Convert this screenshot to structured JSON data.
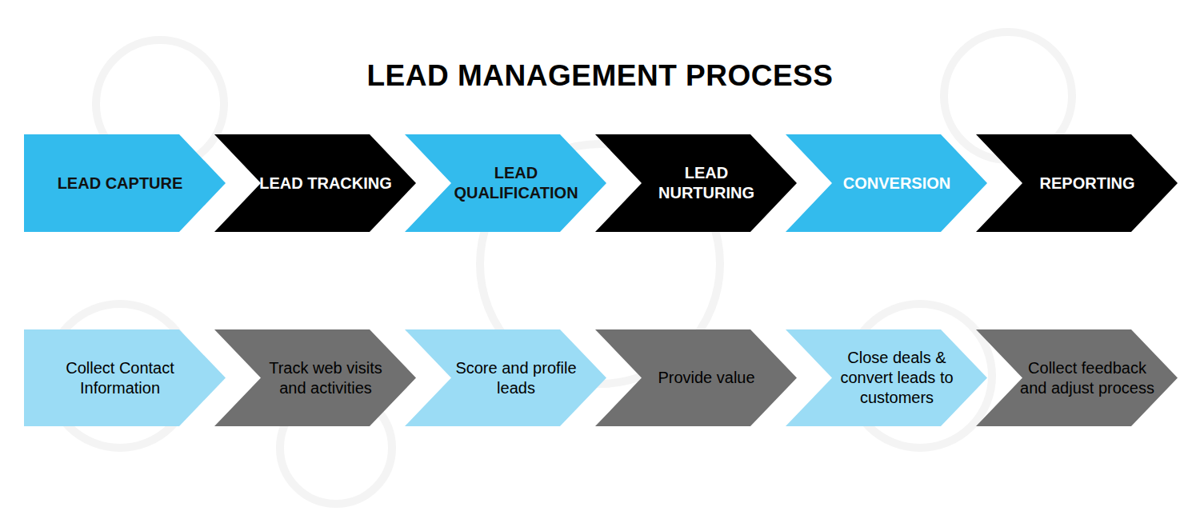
{
  "diagram": {
    "title": "LEAD MANAGEMENT PROCESS",
    "nodes": [
      {
        "text": [
          "LEAD CAPTURE"
        ]
      },
      {
        "text": [
          "LEAD TRACKING"
        ]
      },
      {
        "text": [
          "LEAD QUALIFICATION"
        ]
      },
      {
        "text": [
          "LEAD NURTURING"
        ]
      },
      {
        "text": [
          "CONVERSION"
        ]
      },
      {
        "text": [
          "REPORTING"
        ]
      },
      {
        "text": [
          "Collect Contact Information"
        ]
      },
      {
        "text": [
          "Track web visits and activities"
        ]
      },
      {
        "text": [
          "Score and profile leads"
        ]
      },
      {
        "text": [
          "Provide value"
        ]
      },
      {
        "text": [
          "Close deals & convert leads to customers"
        ]
      },
      {
        "text": [
          "Collect feedback and adjust process"
        ]
      }
    ]
  }
}
